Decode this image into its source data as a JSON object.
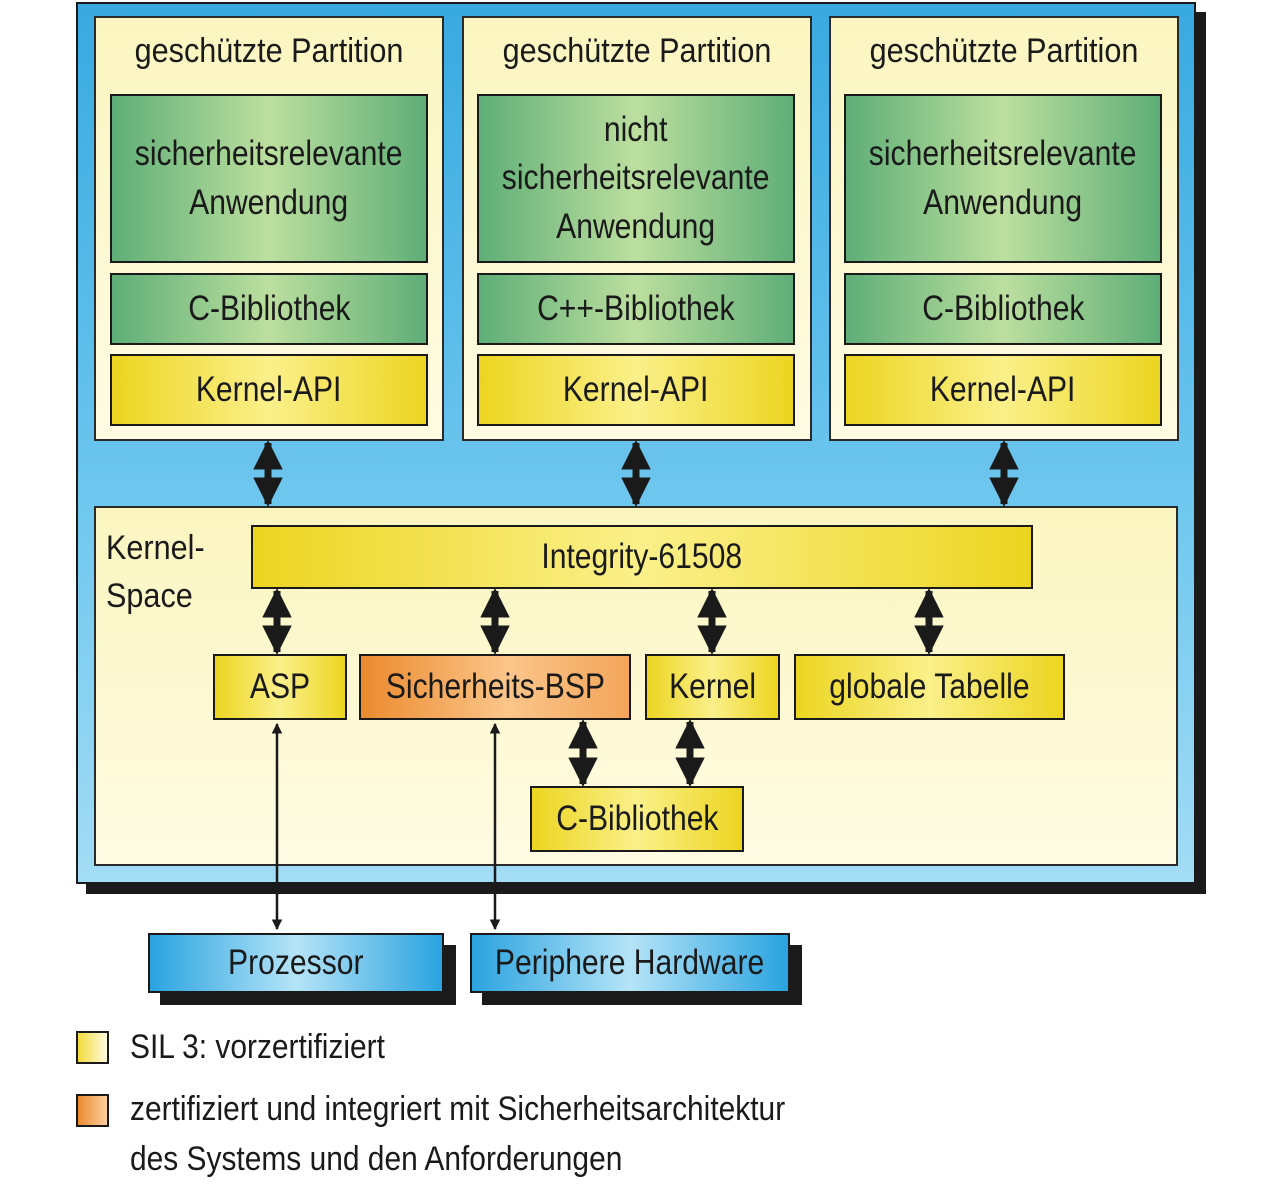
{
  "partitions": [
    {
      "title": "geschützte Partition",
      "application": [
        "sicherheitsrelevante",
        "Anwendung"
      ],
      "library": "C-Bibliothek",
      "api": "Kernel-API"
    },
    {
      "title": "geschützte Partition",
      "application": [
        "nicht",
        "sicherheitsrelevante",
        "Anwendung"
      ],
      "library": "C++-Bibliothek",
      "api": "Kernel-API"
    },
    {
      "title": "geschützte Partition",
      "application": [
        "sicherheitsrelevante",
        "Anwendung"
      ],
      "library": "C-Bibliothek",
      "api": "Kernel-API"
    }
  ],
  "kernel_space": {
    "label": [
      "Kernel-",
      "Space"
    ],
    "integrity": "Integrity-61508",
    "asp": "ASP",
    "safety_bsp": "Sicherheits-BSP",
    "kernel": "Kernel",
    "global_table": "globale Tabelle",
    "c_library": "C-Bibliothek"
  },
  "hardware": {
    "processor": "Prozessor",
    "peripheral": "Periphere Hardware"
  },
  "legend": [
    {
      "color": "#fbf3a8",
      "text": [
        "SIL 3: vorzertifiziert"
      ]
    },
    {
      "color": "#f3a55a",
      "text": [
        "zertifiziert und integriert mit Sicherheitsarchitektur",
        "des Systems und den Anforderungen"
      ]
    }
  ],
  "colors": {
    "outer_blue": "#38a9e0",
    "panel_cream": "#fbf6c0",
    "green": "#5fae77",
    "yellow": "#ecd520",
    "orange": "#ec8a2e",
    "hardware_blue": "#2aa3df"
  }
}
